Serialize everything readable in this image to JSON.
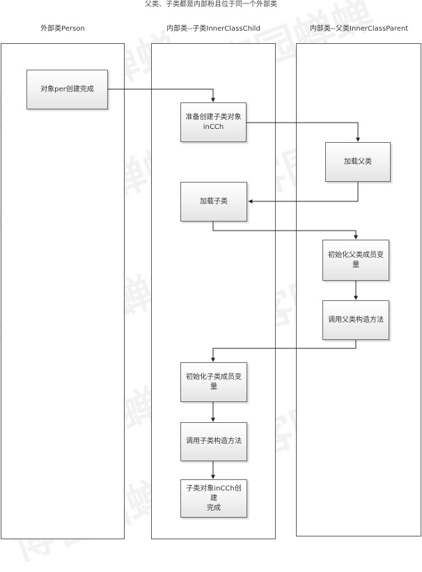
{
  "title": "父类、子类都是内部粉且位于同一个外部类",
  "lanes": [
    {
      "title": "外部类Person"
    },
    {
      "title": "内部类--子类InnerClassChild"
    },
    {
      "title": "内部类--父类InnerClassParent"
    }
  ],
  "boxes": {
    "per_created": "对象per创建完成",
    "prepare_child": "准备创建子类对象\ninCCh",
    "load_parent": "加载父类",
    "load_child": "加载子类",
    "init_parent_vars": "初始化父类成员变\n量",
    "call_parent_ctor": "调用父类构造方法",
    "init_child_vars": "初始化子类成员变\n量",
    "call_child_ctor": "调用子类构造方法",
    "child_created": "子类对象inCCh创建\n完成"
  },
  "watermark": "博客园蝉蝉"
}
